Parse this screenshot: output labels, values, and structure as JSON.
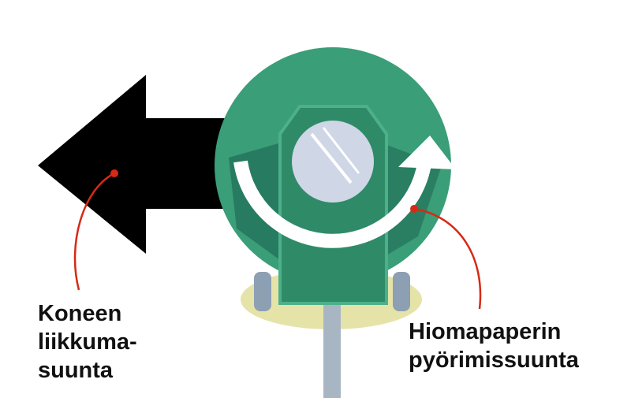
{
  "labels": {
    "machine_direction": [
      "Koneen",
      "liikkuma-",
      "suunta"
    ],
    "sandpaper_rotation": [
      "Hiomapaperin",
      "pyörimissuunta"
    ]
  },
  "colors": {
    "arrow": "#000000",
    "disc": "#3a9e78",
    "disc_dark": "#23725a",
    "callout": "#d62a14",
    "rotation_arrow": "#ffffff"
  }
}
